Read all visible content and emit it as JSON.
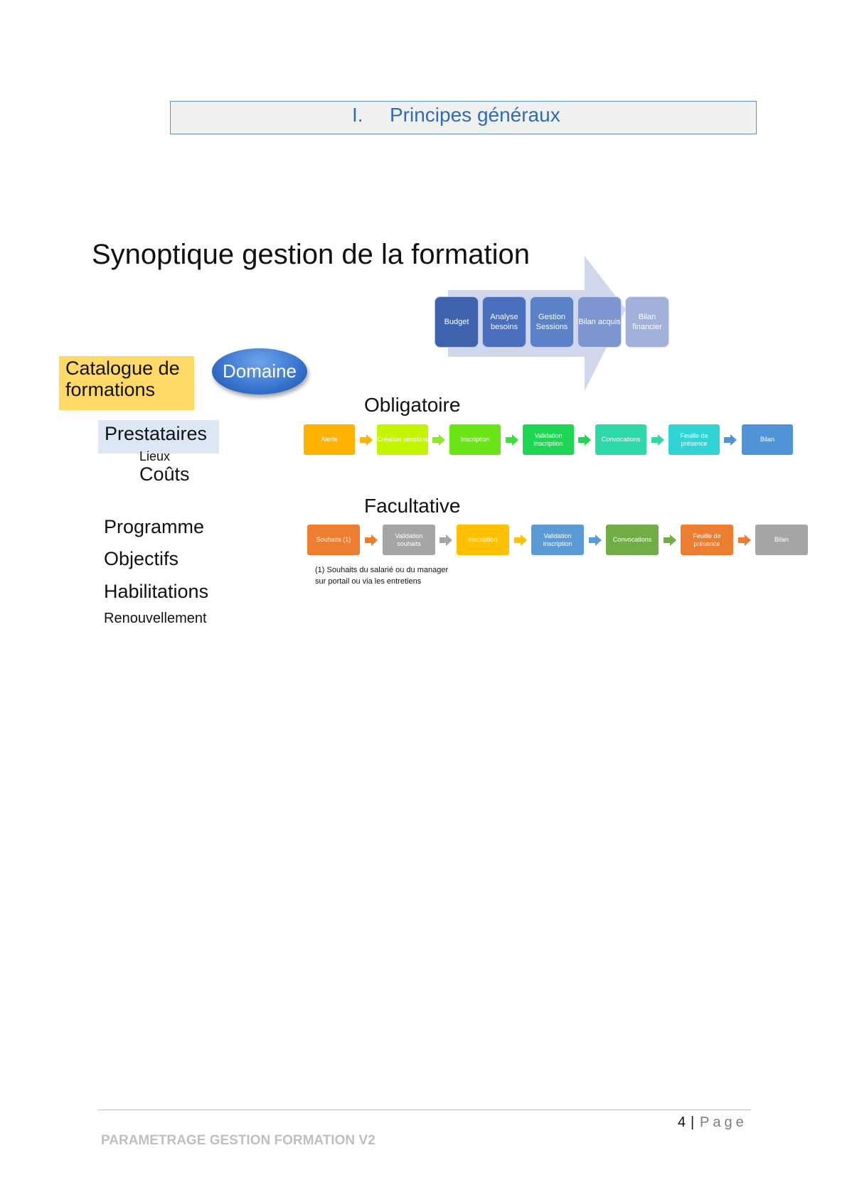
{
  "section": {
    "number": "I.",
    "title": "Principes généraux"
  },
  "synoptique_title": "Synoptique gestion de la formation",
  "top_flow": [
    {
      "label": "Budget",
      "color": "#3e62ad"
    },
    {
      "label": "Analyse besoins",
      "color": "#4a6fbd"
    },
    {
      "label": "Gestion Sessions",
      "color": "#5b82c8"
    },
    {
      "label": "Bilan acquis",
      "color": "#7d96d2"
    },
    {
      "label": "Bilan financier",
      "color": "#a2b0dc"
    }
  ],
  "left_panel": {
    "catalogue": "Catalogue de formations",
    "domaine": "Domaine",
    "prestataires": "Prestataires",
    "lieux": "Lieux",
    "couts": "Coûts",
    "programme": "Programme",
    "objectifs": "Objectifs",
    "habilitations": "Habilitations",
    "renouvellement": "Renouvellement"
  },
  "obligatoire": {
    "title": "Obligatoire",
    "steps": [
      {
        "label": "Alerte",
        "color": "#ffb300"
      },
      {
        "label": "Création sessions",
        "color": "#c4f500"
      },
      {
        "label": "Inscription",
        "color": "#6ae617"
      },
      {
        "label": "Validation inscription",
        "color": "#1fd654"
      },
      {
        "label": "Convocations",
        "color": "#2ed9a8"
      },
      {
        "label": "Feuille de présence",
        "color": "#30d4d4"
      },
      {
        "label": "Bilan",
        "color": "#4f94d6"
      }
    ],
    "arrow_colors": [
      "#ffb300",
      "#8ee62a",
      "#3fdc3f",
      "#1fd654",
      "#2ed9a8",
      "#4f94d6"
    ]
  },
  "facultative": {
    "title": "Facultative",
    "steps": [
      {
        "label": "Souhaits (1)",
        "color": "#ed7d31"
      },
      {
        "label": "Validation souhaits",
        "color": "#a5a5a5"
      },
      {
        "label": "Inscription",
        "color": "#ffc000"
      },
      {
        "label": "Validation inscription",
        "color": "#5b9bd5"
      },
      {
        "label": "Convocations",
        "color": "#70ad47"
      },
      {
        "label": "Feuille de présence",
        "color": "#ed7d31"
      },
      {
        "label": "Bilan",
        "color": "#a5a5a5"
      }
    ],
    "arrow_colors": [
      "#ed7d31",
      "#a5a5a5",
      "#ffc000",
      "#5b9bd5",
      "#70ad47",
      "#ed7d31"
    ]
  },
  "note": {
    "line1": "(1) Souhaits du salarié ou du manager",
    "line2": "sur portail ou via les entretiens"
  },
  "footer": {
    "page_number": "4",
    "separator": "|",
    "page_word": "Page",
    "doc_title": "PARAMETRAGE GESTION FORMATION V2"
  }
}
